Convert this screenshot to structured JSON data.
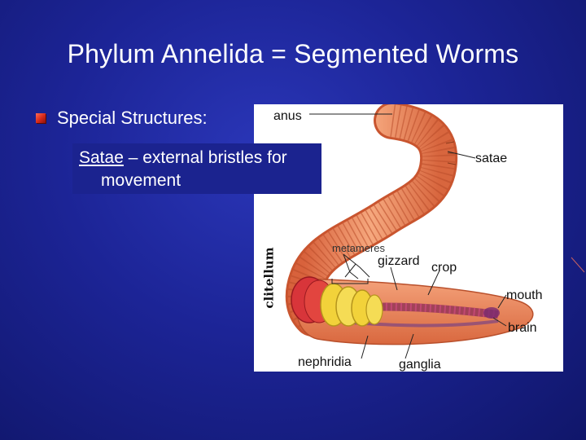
{
  "slide": {
    "title": "Phylum Annelida = Segmented Worms",
    "bullet": "Special Structures:"
  },
  "satae": {
    "term": "Satae",
    "definition_line1": " – external bristles for",
    "definition_line2": "movement"
  },
  "labels": {
    "anus": "anus",
    "satae": "satae",
    "metameres": "metameres",
    "gizzard": "gizzard",
    "crop": "crop",
    "mouth": "mouth",
    "brain": "brain",
    "nephridia": "nephridia",
    "ganglia": "ganglia",
    "clitellum": "clitellum"
  },
  "colors": {
    "background": "#1c2496",
    "worm_body": "#f0946a",
    "clitellum": "#d8353a",
    "segments_yellow": "#f2d23a",
    "bullet_red": "#d4281a"
  }
}
